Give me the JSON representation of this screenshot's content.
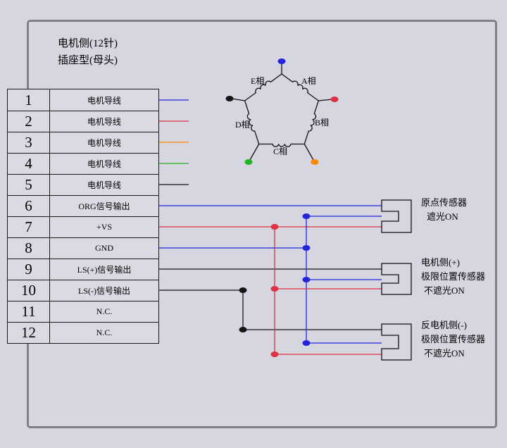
{
  "header": {
    "line1": "电机侧(12针)",
    "line2": "插座型(母头)"
  },
  "pins": [
    {
      "num": "1",
      "label": "电机导线"
    },
    {
      "num": "2",
      "label": "电机导线"
    },
    {
      "num": "3",
      "label": "电机导线"
    },
    {
      "num": "4",
      "label": "电机导线"
    },
    {
      "num": "5",
      "label": "电机导线"
    },
    {
      "num": "6",
      "label": "ORG信号输出"
    },
    {
      "num": "7",
      "label": "+VS"
    },
    {
      "num": "8",
      "label": "GND"
    },
    {
      "num": "9",
      "label": "LS(+)信号输出"
    },
    {
      "num": "10",
      "label": "LS(-)信号输出"
    },
    {
      "num": "11",
      "label": "N.C."
    },
    {
      "num": "12",
      "label": "N.C."
    }
  ],
  "motor": {
    "phase_labels": {
      "A": "A相",
      "B": "B相",
      "C": "C相",
      "D": "D相",
      "E": "E相"
    }
  },
  "wire_colors": {
    "blue": "#2424dd",
    "red": "#dd3344",
    "orange": "#ff8800",
    "green": "#22b422",
    "black": "#161616"
  },
  "sensors": [
    {
      "label_lines": [
        "原点传感器",
        "遮光ON"
      ]
    },
    {
      "label_lines": [
        "电机侧(+)",
        "极限位置传感器",
        "不遮光ON"
      ]
    },
    {
      "label_lines": [
        "反电机侧(-)",
        "极限位置传感器",
        "不遮光ON"
      ]
    }
  ]
}
